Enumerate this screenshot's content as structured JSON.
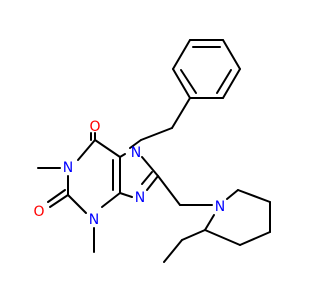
{
  "structure": {
    "atoms": {
      "o_c6": {
        "label": "O",
        "element": "O"
      },
      "o_c2": {
        "label": "O",
        "element": "O"
      },
      "n1": {
        "label": "N",
        "element": "N"
      },
      "n3": {
        "label": "N",
        "element": "N"
      },
      "n7": {
        "label": "N",
        "element": "N"
      },
      "n9": {
        "label": "N",
        "element": "N"
      },
      "n_pip": {
        "label": "N",
        "element": "N"
      }
    },
    "colors": {
      "carbon_bond": "#000000",
      "nitrogen": "#0000ff",
      "oxygen": "#ff0000",
      "background": "#ffffff"
    }
  }
}
